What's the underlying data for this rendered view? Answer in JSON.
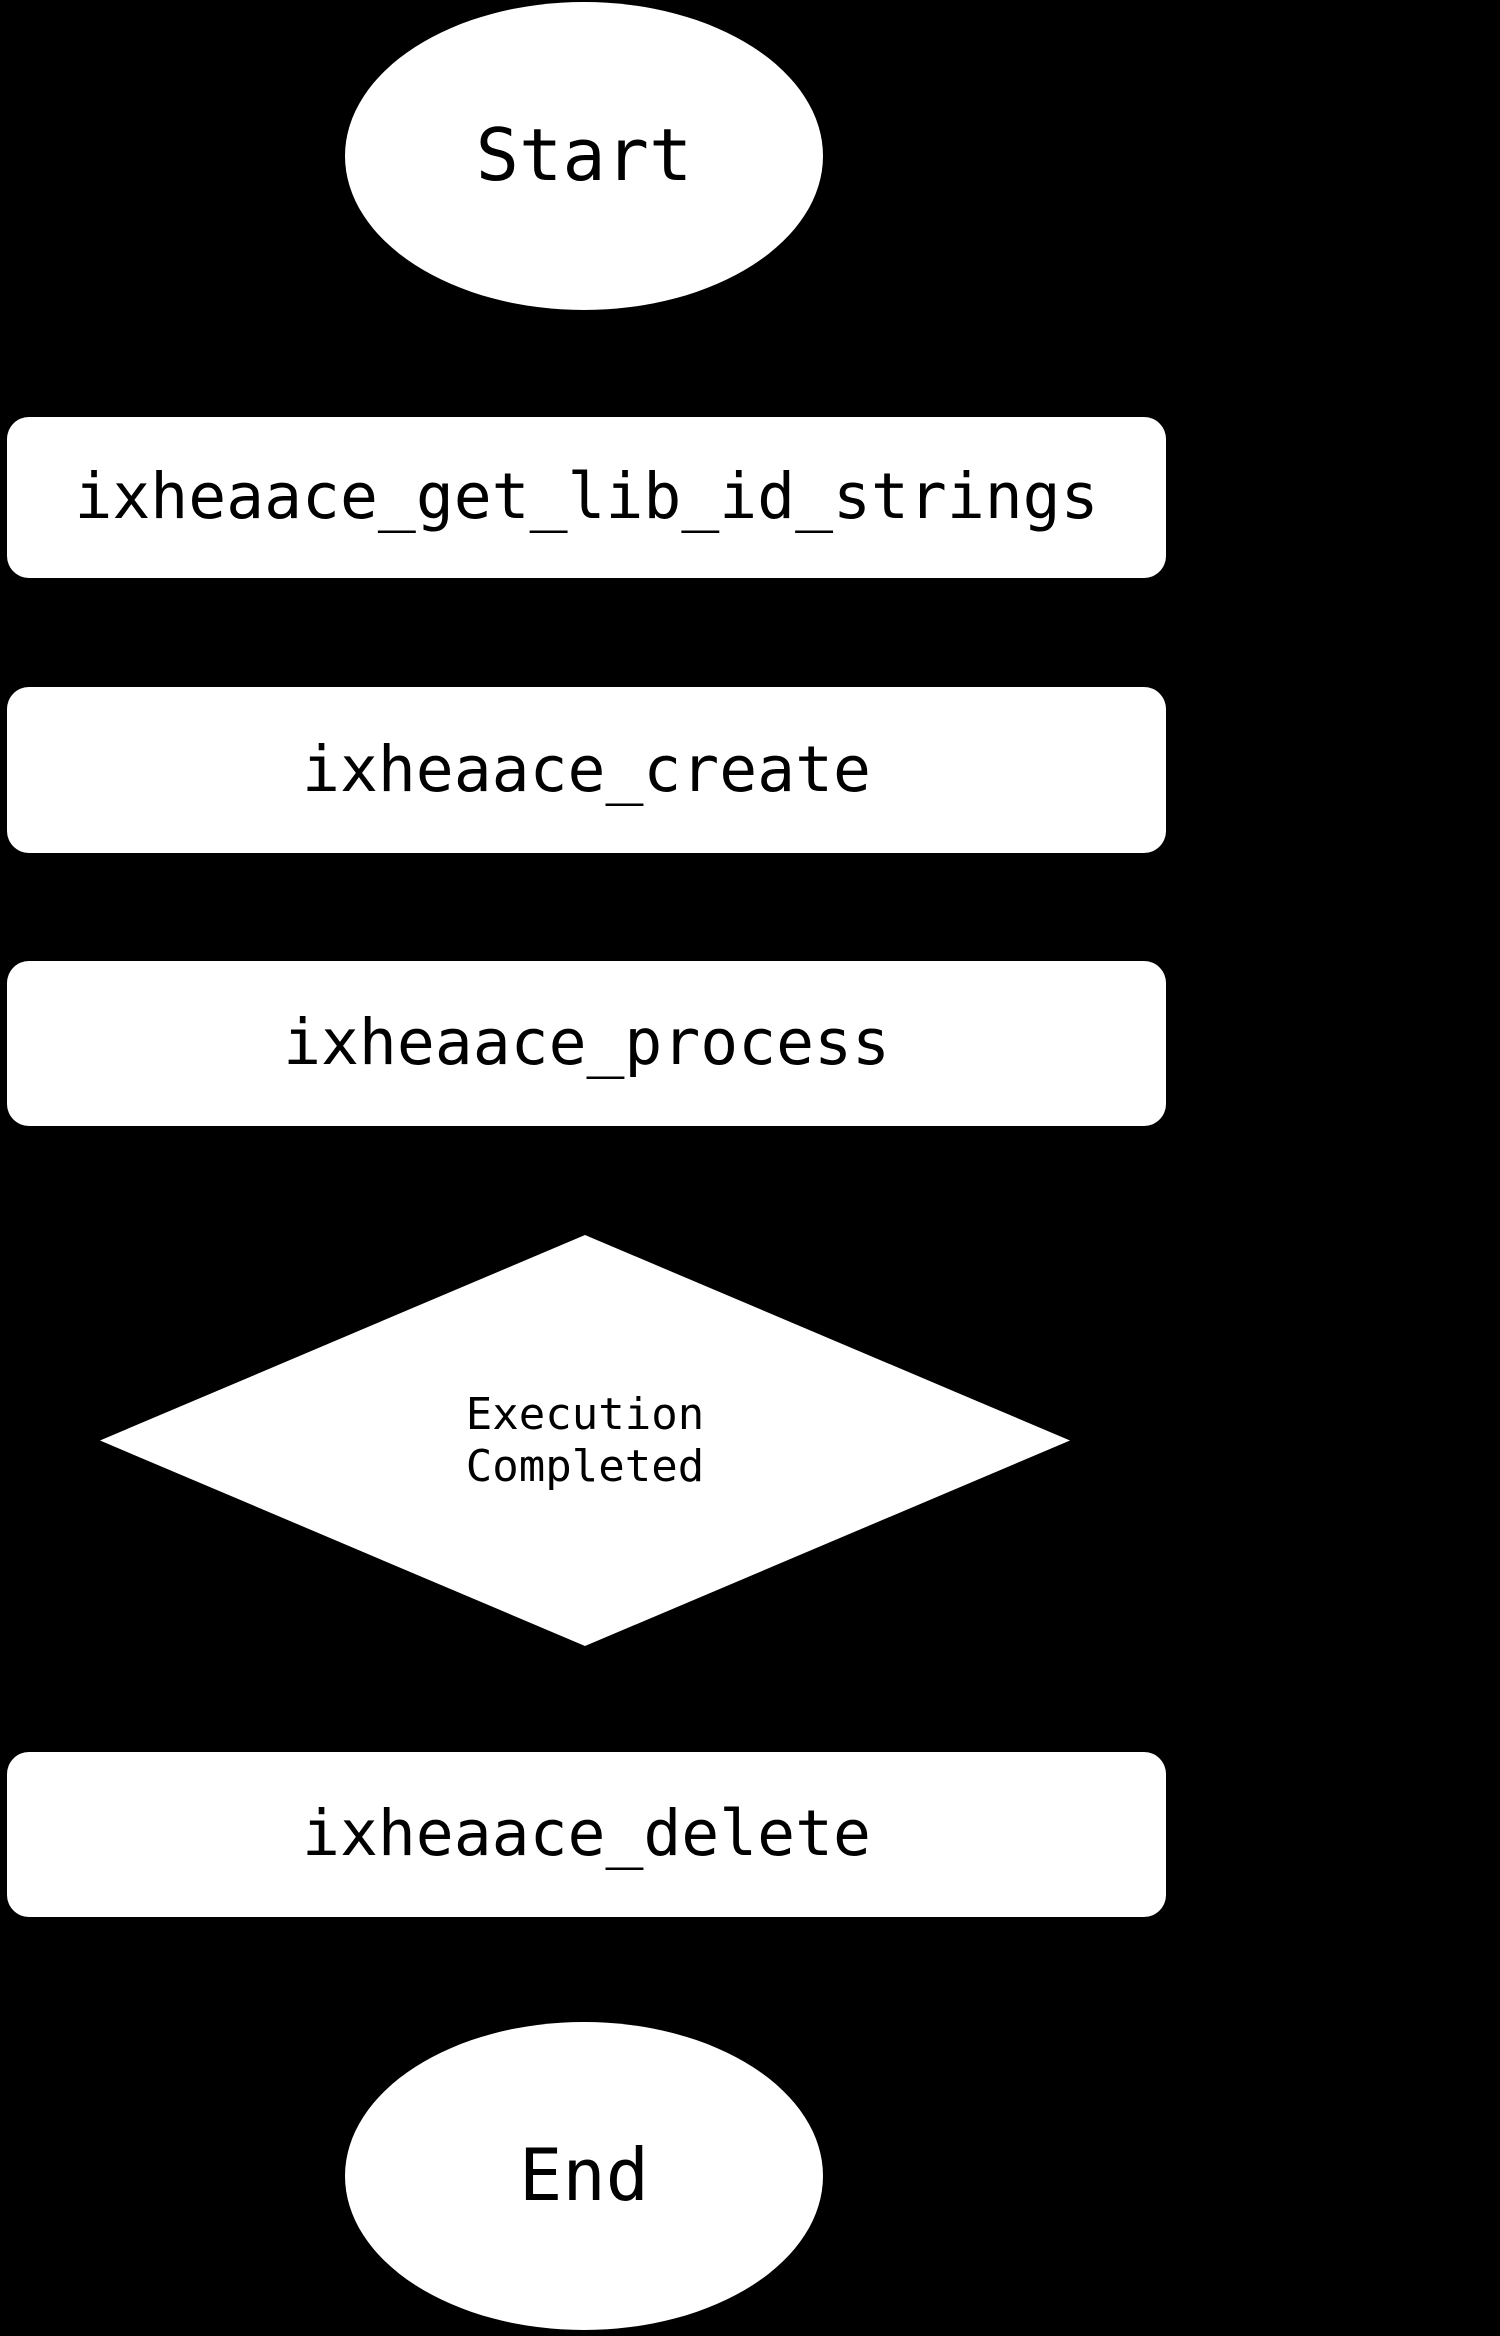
{
  "diagram": {
    "type": "flowchart",
    "orientation": "top-to-bottom",
    "background_color": "#000000",
    "node_fill_color": "#ffffff",
    "node_text_color": "#000000",
    "nodes": [
      {
        "id": "start",
        "shape": "ellipse",
        "label": "Start"
      },
      {
        "id": "get_lib",
        "shape": "rounded-rectangle",
        "label": "ixheaace_get_lib_id_strings"
      },
      {
        "id": "create",
        "shape": "rounded-rectangle",
        "label": "ixheaace_create"
      },
      {
        "id": "process",
        "shape": "rounded-rectangle",
        "label": "ixheaace_process"
      },
      {
        "id": "decision",
        "shape": "diamond",
        "label": "Execution\nCompleted"
      },
      {
        "id": "delete",
        "shape": "rounded-rectangle",
        "label": "ixheaace_delete"
      },
      {
        "id": "end",
        "shape": "ellipse",
        "label": "End"
      }
    ]
  }
}
